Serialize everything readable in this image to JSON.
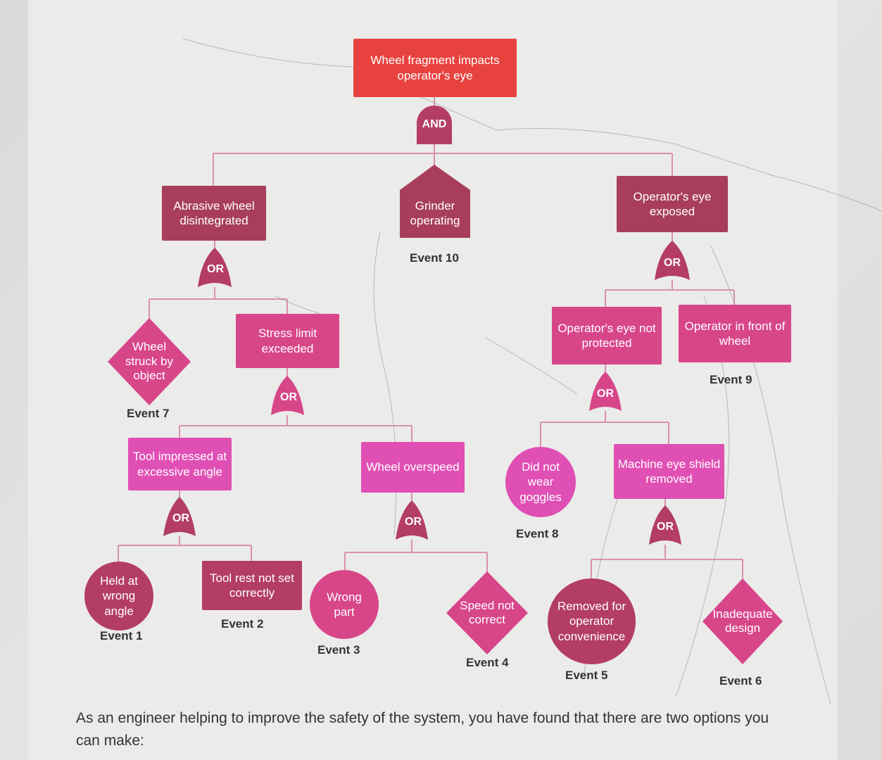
{
  "top_event": "Wheel fragment impacts operator's eye",
  "gates": {
    "top": "AND",
    "abrasive": "OR",
    "stress": "OR",
    "tool": "OR",
    "overspeed": "OR",
    "exposed": "OR",
    "not_protected": "OR",
    "shield": "OR"
  },
  "nodes": {
    "abrasive_wheel": "Abrasive wheel disintegrated",
    "grinder": "Grinder operating",
    "exposed": "Operator's eye exposed",
    "wheel_struck": "Wheel struck by object",
    "stress_limit": "Stress limit exceeded",
    "not_protected": "Operator's eye not protected",
    "in_front": "Operator in front of wheel",
    "tool_impressed": "Tool impressed at excessive angle",
    "wheel_overspeed": "Wheel overspeed",
    "did_not_wear": "Did not wear goggles",
    "shield_removed": "Machine eye shield removed",
    "held_wrong": "Held at wrong angle",
    "tool_rest": "Tool rest not set correctly",
    "wrong_part": "Wrong part",
    "speed_not": "Speed not correct",
    "removed_for": "Removed for operator convenience",
    "inadequate": "Inadequate design"
  },
  "events": {
    "e10": "Event 10",
    "e7": "Event 7",
    "e9": "Event 9",
    "e8": "Event 8",
    "e1": "Event 1",
    "e2": "Event 2",
    "e3": "Event 3",
    "e4": "Event 4",
    "e5": "Event 5",
    "e6": "Event 6"
  },
  "footer_text": "As an engineer helping to improve the safety of the system, you have found that there are two options you can make:",
  "colors": {
    "top": "#e8423e",
    "level1": "#a83e5c",
    "level2": "#d8468a",
    "level3": "#e04fb4",
    "gate": "#b33d67",
    "connector": "#d98fb0"
  }
}
